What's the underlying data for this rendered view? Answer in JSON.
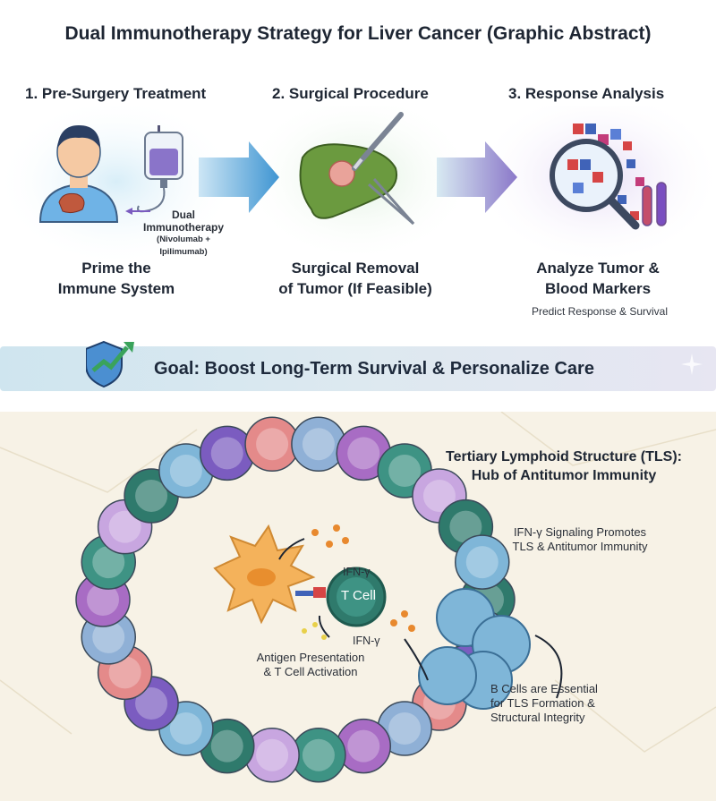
{
  "header": {
    "title": "Dual Immunotherapy Strategy for Liver Cancer (Graphic Abstract)"
  },
  "steps": [
    {
      "heading": "1. Pre-Surgery Treatment",
      "caption_line1": "Prime the",
      "caption_line2": "Immune System"
    },
    {
      "heading": "2. Surgical Procedure",
      "caption_line1": "Surgical Removal",
      "caption_line2": "of Tumor (If Feasible)"
    },
    {
      "heading": "3. Response Analysis",
      "caption_line1": "Analyze Tumor &",
      "caption_line2": "Blood Markers",
      "subcaption": "Predict Response & Survival"
    }
  ],
  "drug": {
    "line1": "Dual",
    "line2": "Immunotherapy",
    "line3": "(Nivolumab + Ipilimumab)"
  },
  "goal": {
    "text": "Goal: Boost Long-Term Survival & Personalize Care"
  },
  "tls": {
    "title_line1": "Tertiary Lymphoid Structure (TLS):",
    "title_line2": "Hub of Antitumor Immunity",
    "ifn_signaling_line1": "IFN-γ Signaling Promotes",
    "ifn_signaling_line2": "TLS & Antitumor Immunity",
    "ifn_tag_1": "IFN-γ",
    "ifn_tag_2": "IFN-γ",
    "tcell_label": "T Cell",
    "antigen_line1": "Antigen Presentation",
    "antigen_line2": "& T Cell Activation",
    "bcells_line1": "B Cells are Essential",
    "bcells_line2": "for TLS Formation &",
    "bcells_line3": "Structural Integrity"
  },
  "colors": {
    "arrow": "#5aa9dc",
    "purple_arrow": "#8b78c9",
    "liver": "#6b9a3f",
    "tcell": "#2f7a6c",
    "bcell": "#7fb6d8",
    "dendritic": "#f4b25b"
  }
}
